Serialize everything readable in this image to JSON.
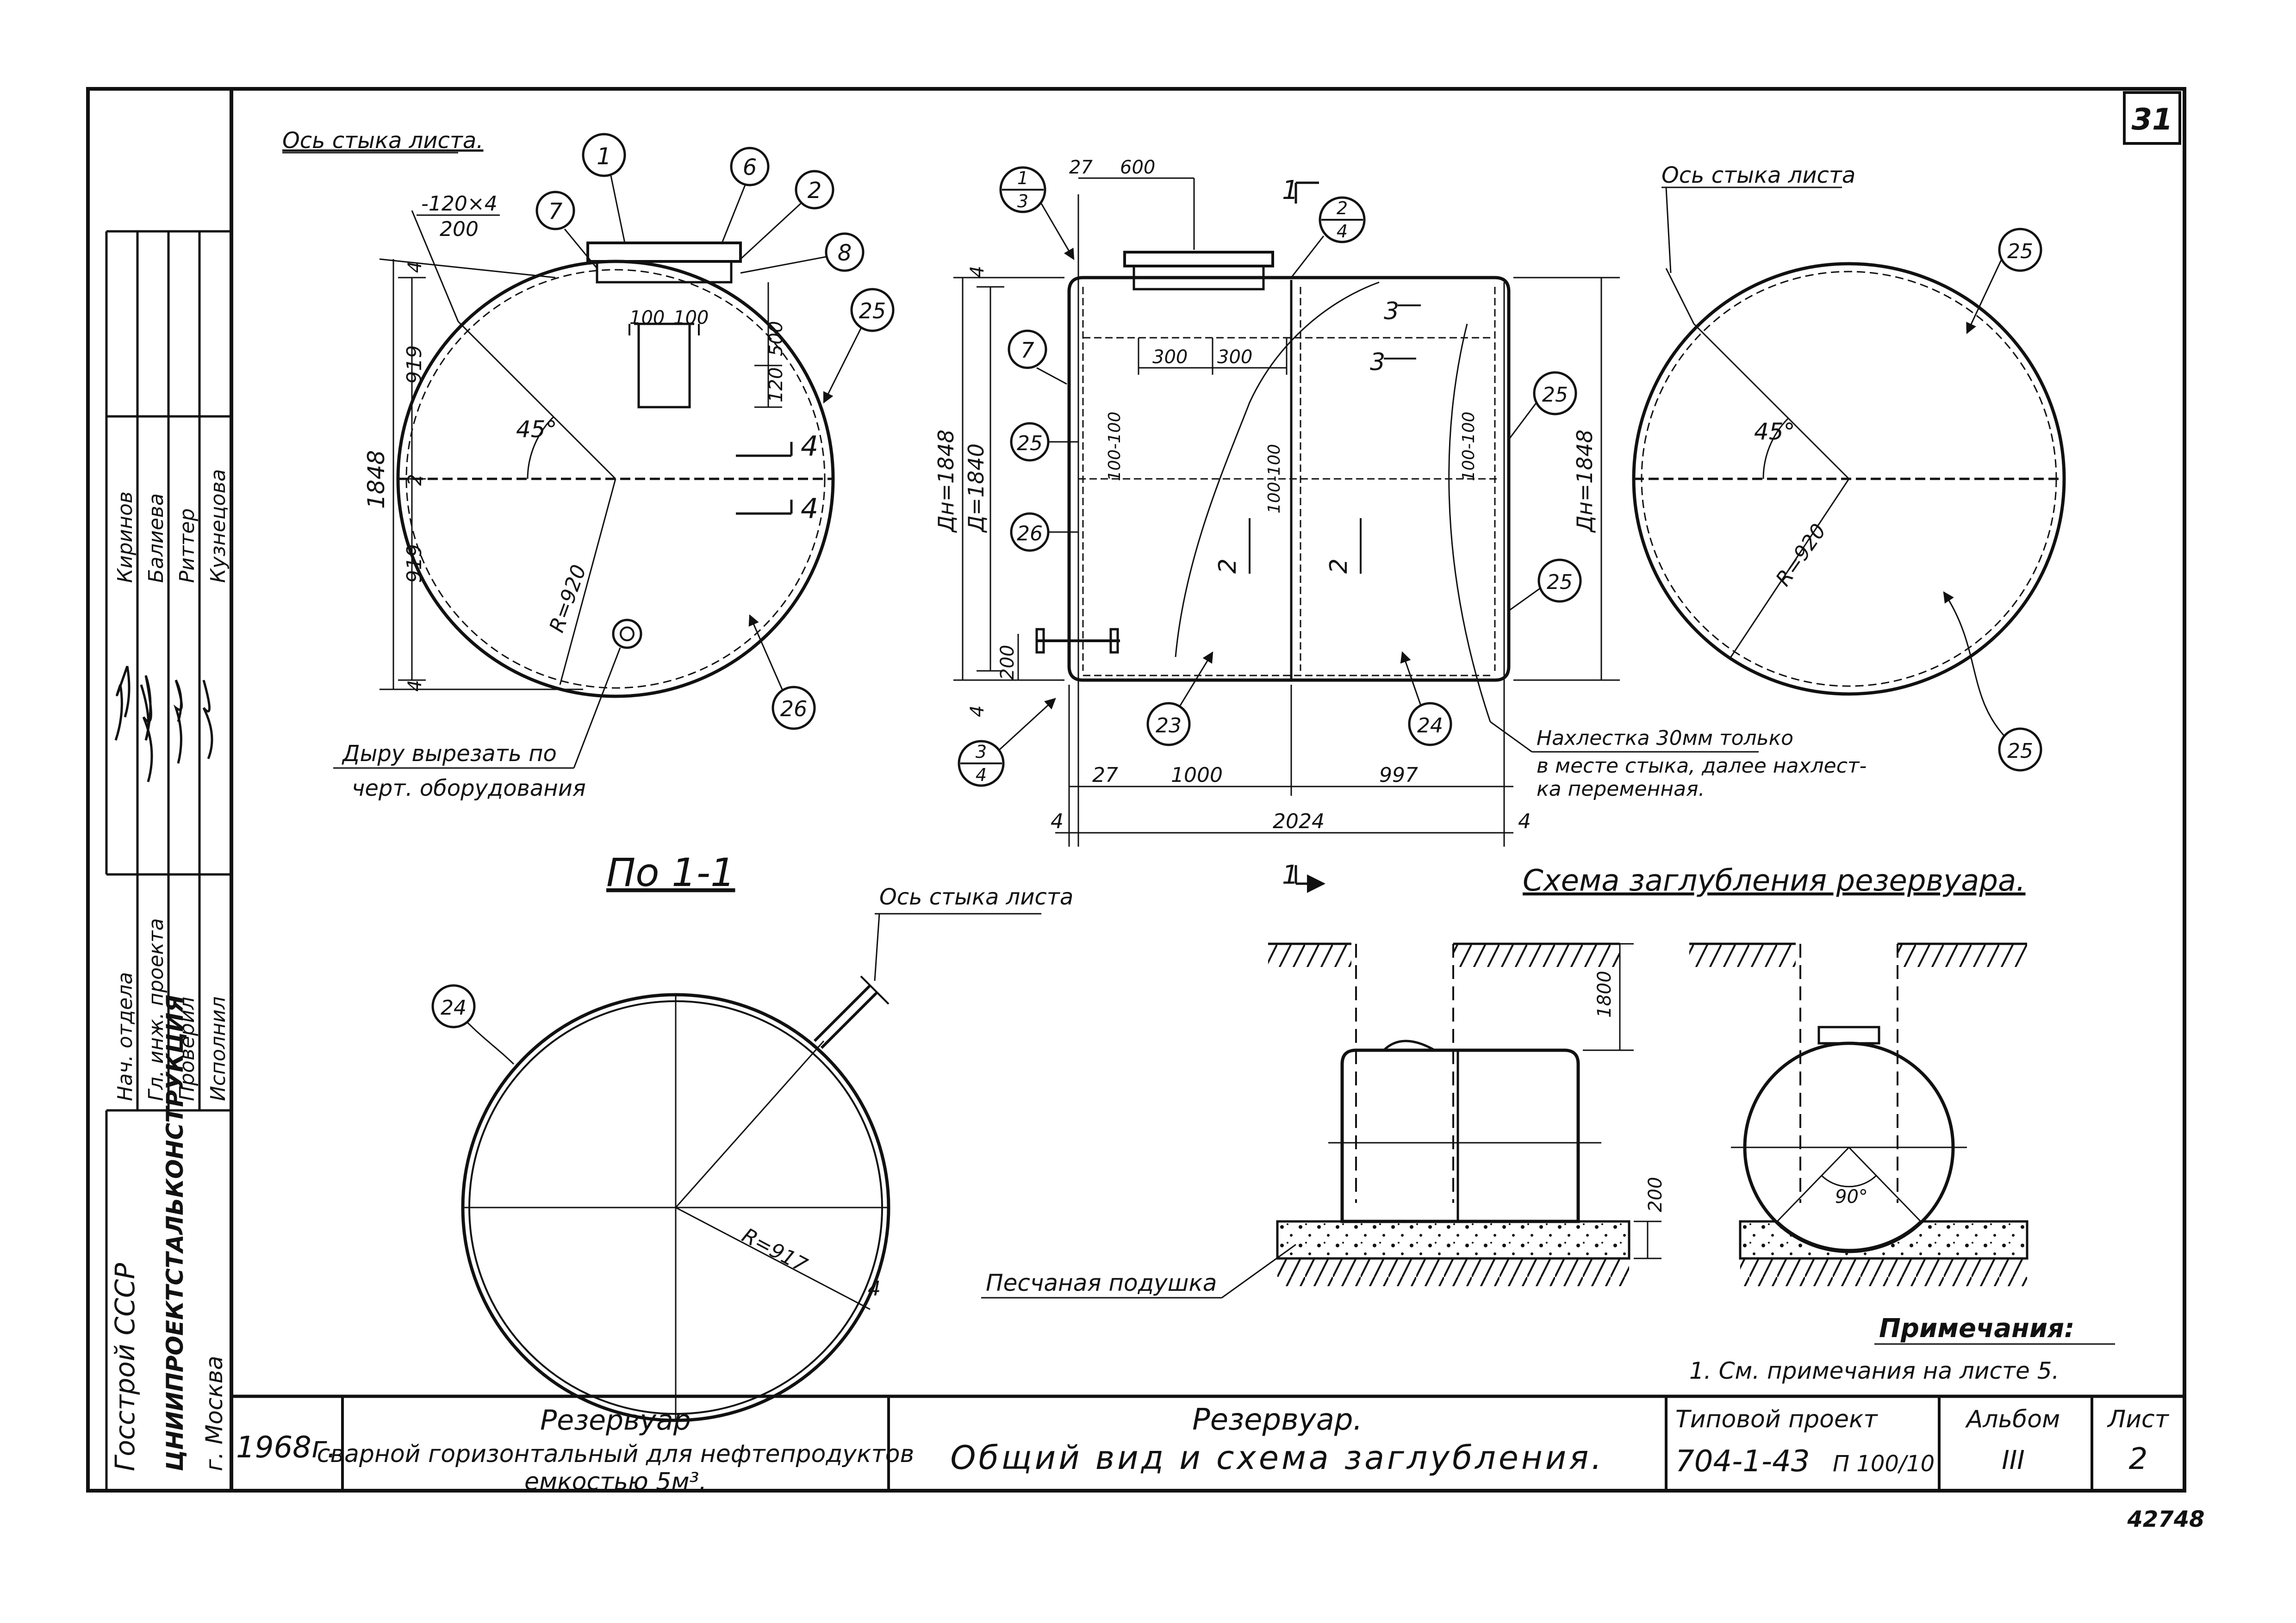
{
  "sheet": {
    "corner_number": "31",
    "stamp_number": "42748",
    "colors": {
      "ink": "#111111",
      "paper": "#ffffff"
    }
  },
  "side_stamp": {
    "org_line1": "Госстрой СССР",
    "org_line2": "ЦНИИПРОЕКТСТАЛЬКОНСТРУКЦИЯ",
    "org_line3": "г. Москва",
    "roles": [
      "Нач. отдела",
      "Гл. инж. проекта",
      "Проверил",
      "Исполнил"
    ],
    "names": [
      "Киринов",
      "Балиева",
      "Риттер",
      "Кузнецова"
    ]
  },
  "view_left": {
    "callout_seam": "Ось стыка листа.",
    "plate_dim_top": "-120×4",
    "plate_dim_bottom": "200",
    "dims": {
      "total_height": "1848",
      "half_upper": "919",
      "half_lower": "919",
      "mid": "2",
      "edge_top": "4",
      "edge_bottom": "4",
      "nozzle_w1": "100",
      "nozzle_w2": "100",
      "nozzle_h1": "500",
      "nozzle_h2": "120"
    },
    "angle": "45°",
    "radius": "R=920",
    "section_mark": "4",
    "callouts": [
      "1",
      "6",
      "2",
      "7",
      "8",
      "25",
      "26"
    ],
    "note_cut": "Дыру вырезать по",
    "note_cut_2": "черт. оборудования"
  },
  "view_front": {
    "section_ref_top": "1",
    "section_ref_bottom": "3",
    "detail_ref_top": "2",
    "detail_ref_bottom": "4",
    "detail_ref3_top": "3",
    "detail_ref3_bottom": "4",
    "dims_top": {
      "a": "27",
      "b": "600"
    },
    "dims_cap": {
      "a": "300",
      "b": "300"
    },
    "dims_bottom": {
      "a": "27",
      "b": "1000",
      "c": "997",
      "total": "2024",
      "edge_l": "4",
      "edge_r": "4"
    },
    "dia_outer": "Дн=1848",
    "dia_inner": "Д=1840",
    "dia_outer_right": "Дн=1848",
    "edge_top": "4",
    "edge_bottom": "4",
    "base": "200",
    "weld_spacing": "100-100",
    "section_marks": [
      "3",
      "3",
      "2",
      "2",
      "1",
      "1"
    ],
    "callouts": [
      "7",
      "25",
      "26",
      "23",
      "24",
      "25",
      "25"
    ],
    "note_line1": "Нахлестка 30мм только",
    "note_line2": "в месте стыка, далее нахлест-",
    "note_line3": "ка переменная."
  },
  "view_right": {
    "callout_seam": "Ось стыка листа",
    "angle": "45°",
    "radius": "R=920",
    "callouts": [
      "25",
      "25"
    ]
  },
  "section_11": {
    "title": "По 1-1",
    "callout_seam": "Ось стыка листа",
    "radius": "R=917",
    "edge": "4",
    "callout": "24"
  },
  "scheme": {
    "title": "Схема заглубления резервуара.",
    "depth": "1800",
    "base": "200",
    "angle": "90°",
    "sand_label": "Песчаная подушка"
  },
  "notes": {
    "heading": "Примечания:",
    "item1": "1. См. примечания на листе 5."
  },
  "title_block": {
    "year": "1968г.",
    "name_line1": "Резервуар",
    "name_line2": "сварной горизонтальный для нефтепродуктов",
    "name_line3": "емкостью 5м³.",
    "sheet_title_1": "Резервуар.",
    "sheet_title_2": "Общий вид и схема заглубления.",
    "project_label": "Типовой проект",
    "project_code": "704-1-43",
    "project_frac": "П 100/10",
    "album_label": "Альбом",
    "album_value": "III",
    "sheet_label": "Лист",
    "sheet_value": "2"
  }
}
